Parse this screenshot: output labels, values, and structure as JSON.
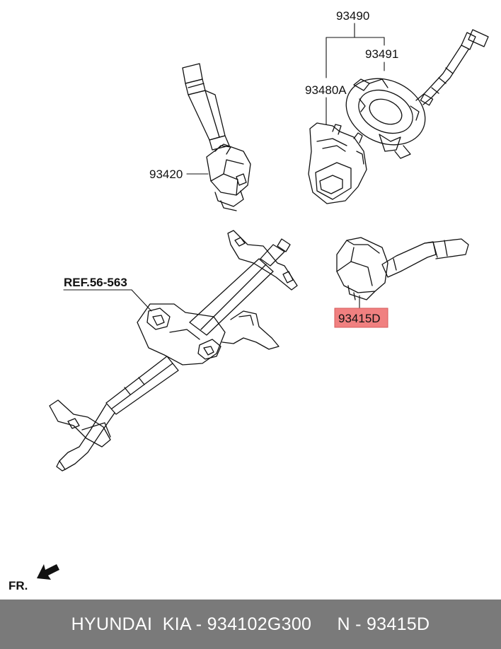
{
  "labels": {
    "p93490": "93490",
    "p93491": "93491",
    "p93480A": "93480A",
    "p93420": "93420",
    "ref": "REF.56-563",
    "p93415D": "93415D",
    "fr": "FR."
  },
  "highlight_color": "#f08080",
  "footer": {
    "text": "HYUNDAI  KIA - 934102G300     N - 93415D"
  }
}
